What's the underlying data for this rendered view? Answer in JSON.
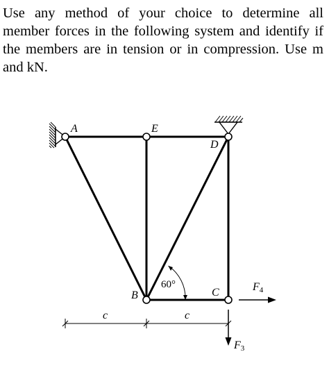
{
  "problem": {
    "text": "Use any method of your choice to determine all member forces in the following system and identify if the members are in tension or in compression. Use m and kN."
  },
  "figure": {
    "joints": {
      "A": "A",
      "B": "B",
      "C": "C",
      "D": "D",
      "E": "E"
    },
    "angle_label": "60°",
    "dimension_label_left": "c",
    "dimension_label_right": "c",
    "force_F4": {
      "base": "F",
      "sub": "4"
    },
    "force_F3": {
      "base": "F",
      "sub": "3"
    }
  }
}
